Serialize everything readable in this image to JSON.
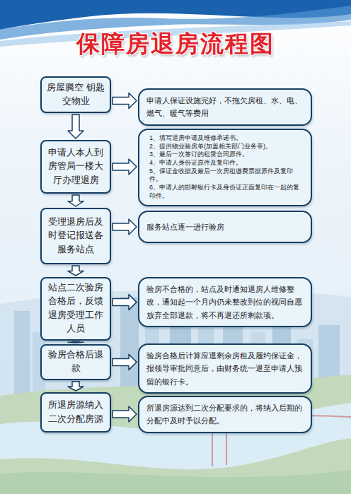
{
  "diagram": {
    "title": "保障房退房流程图",
    "nodes": [
      {
        "text": [
          "房屋腾空 钥匙交物业"
        ]
      },
      {
        "text": [
          "申请人保证设施完好，不拖欠房租、水、电、燃气、暖气等费用"
        ]
      },
      {
        "text": [
          "申请人本人到房管局一楼大厅办理退房"
        ]
      },
      {
        "text": [
          "1、填写退房申请及维修承诺书。",
          "2、提供物业验房单(加盖相关部门业务章)。",
          "3、最后一次签订的租赁合同原件。",
          "4、申请人身份证原件及复印件。",
          "5、保证金收据及最后一次房租缴费票据原件及复印件。",
          "6、申请人的邯郸银行卡及身份证正面复印在一起的复印件。"
        ]
      },
      {
        "text": [
          "受理退房后及时登记报送各服务站点"
        ]
      },
      {
        "text": [
          "服务站点逐一进行验房"
        ]
      },
      {
        "text": [
          "站点二次验房合格后，反馈退房受理工作人员"
        ]
      },
      {
        "text": [
          "验房不合格的，站点及时通知退房人维修整改，通知起一个月内仍未整改到位的视同自愿放弃全部退款，将不再退还所剩款项。"
        ]
      },
      {
        "text": [
          "验房合格后退款"
        ]
      },
      {
        "text": [
          "验房合格后计算应退剩余房租及履约保证金，报领导审批同意后，由财务统一退至申请人预留的银行卡。"
        ]
      },
      {
        "text": [
          "所退房源纳入二次分配房源"
        ]
      },
      {
        "text": [
          "所退房源达到二次分配要求的，将纳入后期的分配中及时予以分配。"
        ]
      }
    ],
    "edges": [
      {
        "from": 0,
        "to": 1,
        "arrow": "to"
      },
      {
        "from": 0,
        "to": 2,
        "arrow": "to"
      },
      {
        "from": 2,
        "to": 3,
        "arrow": "to"
      },
      {
        "from": 2,
        "to": 4,
        "arrow": "to"
      },
      {
        "from": 4,
        "to": 5,
        "arrow": "to"
      },
      {
        "from": 4,
        "to": 6,
        "arrow": "to"
      },
      {
        "from": 6,
        "to": 7,
        "arrow": "to"
      },
      {
        "from": 6,
        "to": 8,
        "arrow": "to"
      },
      {
        "from": 8,
        "to": 9,
        "arrow": "to"
      },
      {
        "from": 8,
        "to": 10,
        "arrow": "to"
      },
      {
        "from": 10,
        "to": 11,
        "arrow": "to"
      }
    ]
  }
}
